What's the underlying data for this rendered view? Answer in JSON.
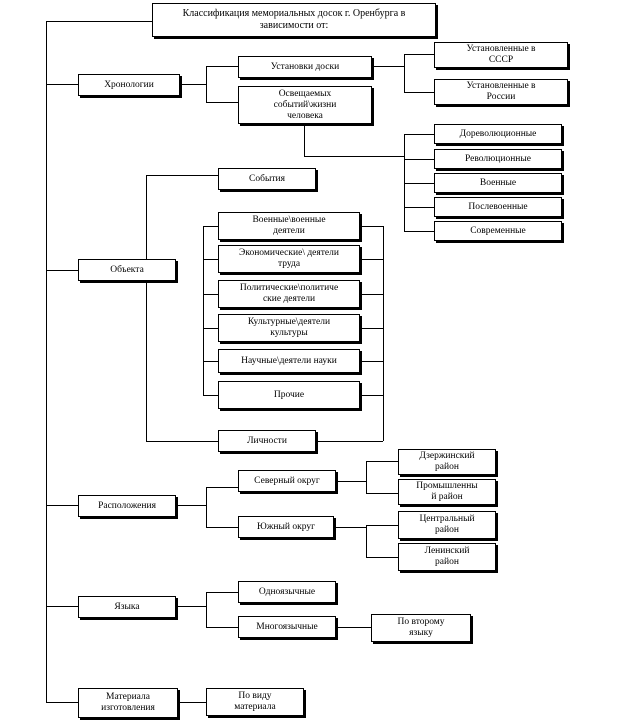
{
  "root": "Классификация мемориальных досок г. Оренбурга в\nзависимости от:",
  "categories": {
    "chronology": "Хронологии",
    "object": "Объекта",
    "location": "Расположения",
    "language": "Языка",
    "material": "Материала\nизготовления"
  },
  "chronology": {
    "installation": "Установки доски",
    "installed_ussr": "Установленные в\nСССР",
    "installed_russia": "Установленные в\nРоссии",
    "events_life": "Освещаемых\nсобытий\\жизни\nчеловека",
    "periods": [
      "Дореволюционные",
      "Революционные",
      "Военные",
      "Послевоенные",
      "Современные"
    ]
  },
  "object": {
    "events": "События",
    "persons": "Личности",
    "groups": [
      "Военные\\военные\nдеятели",
      "Экономические\\ деятели\nтруда",
      "Политические\\политиче\nские деятели",
      "Культурные\\деятели\nкультуры",
      "Научные\\деятели науки",
      "Прочие"
    ]
  },
  "location": {
    "north": "Северный округ",
    "south": "Южный округ",
    "dzerzhinsky": "Дзержинский\nрайон",
    "promyshlenny": "Промышленны\nй район",
    "centralny": "Центральный\nрайон",
    "leninsky": "Ленинский\nрайон"
  },
  "language": {
    "mono": "Одноязычные",
    "multi": "Многоязычные",
    "second": "По второму\nязыку"
  },
  "material": {
    "type": "По виду\nматериала"
  }
}
